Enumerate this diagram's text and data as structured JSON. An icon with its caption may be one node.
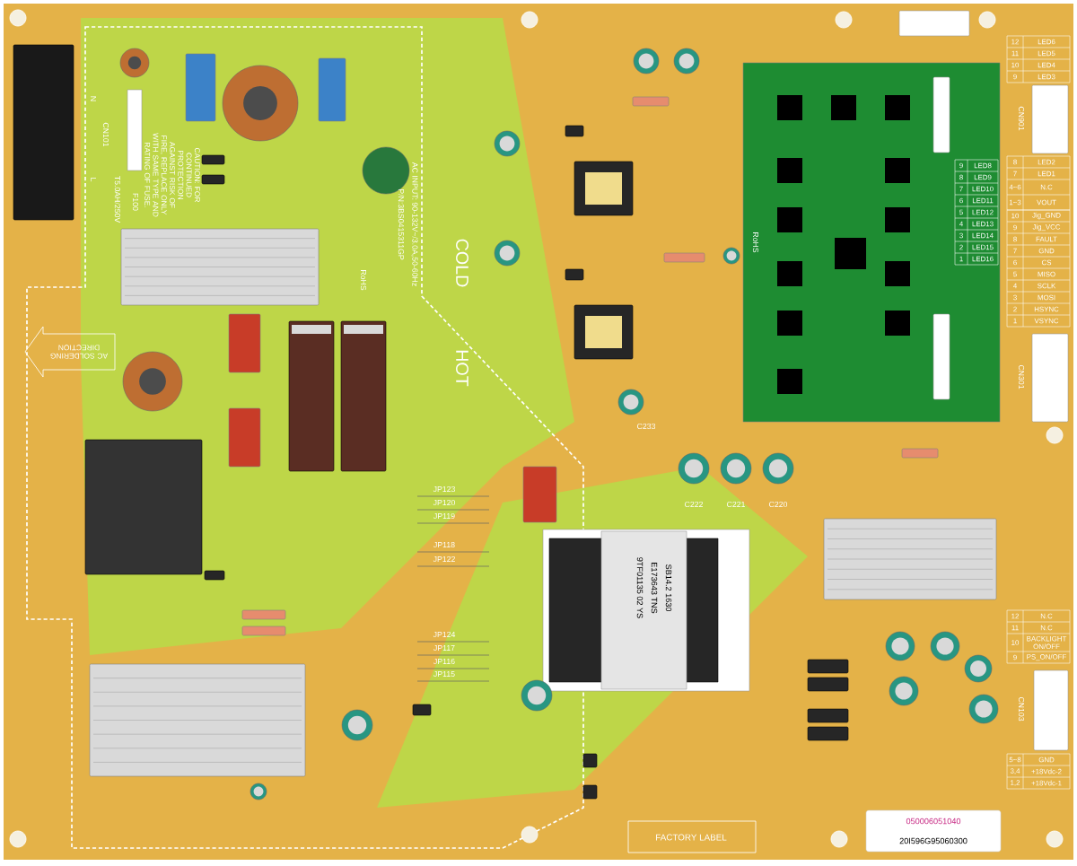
{
  "diagram": {
    "labels": [
      "CAUTION: FOR CONTINUED PROTECTION AGAINST RISK OF FIRE, REPLACE ONLY WITH SAME TYPE AND RATING OF FUSE.",
      "T5.0AH/250V",
      "F100",
      "N",
      "L",
      "CN101",
      "AC INPUT: 90-132V~/3.0A,50-60Hz",
      "P/N:3BS0415311GP",
      "RoHS",
      "COLD",
      "HOT",
      "AC SOLDERING DIRECTION",
      "RoHS",
      "CN901",
      "12",
      "LED6",
      "11",
      "LED5",
      "10",
      "LED4",
      "9",
      "LED3",
      "8",
      "LED2",
      "7",
      "LED1",
      "4~6",
      "N.C",
      "1~3",
      "VOUT",
      "10",
      "Jig_GND",
      "9",
      "Jig_VCC",
      "8",
      "FAULT",
      "7",
      "GND",
      "6",
      "CS",
      "5",
      "MISO",
      "4",
      "SCLK",
      "3",
      "MOSI",
      "2",
      "HSYNC",
      "1",
      "VSYNC",
      "CN301",
      "9",
      "LED8",
      "8",
      "LED9",
      "7",
      "LED10",
      "6",
      "LED11",
      "5",
      "LED12",
      "4",
      "LED13",
      "3",
      "LED14",
      "2",
      "LED15",
      "1",
      "LED16",
      "C233",
      "C222",
      "C221",
      "C220",
      "JP123",
      "JP120",
      "JP119",
      "JP118",
      "JP122",
      "JP124",
      "JP117",
      "JP116",
      "JP115",
      "9TF01135 02 YS",
      "E173643 TNS",
      "SB14.2 1630",
      "12",
      "N.C",
      "11",
      "N.C",
      "10",
      "BACKLIGHT ON/OFF",
      "9",
      "PS_ON/OFF",
      "CN103",
      "5~8",
      "GND",
      "3,4",
      "+18Vdc-2",
      "1,2",
      "+18Vdc-1",
      "FACTORY LABEL",
      "050006051040",
      "20I596G95060300"
    ]
  }
}
